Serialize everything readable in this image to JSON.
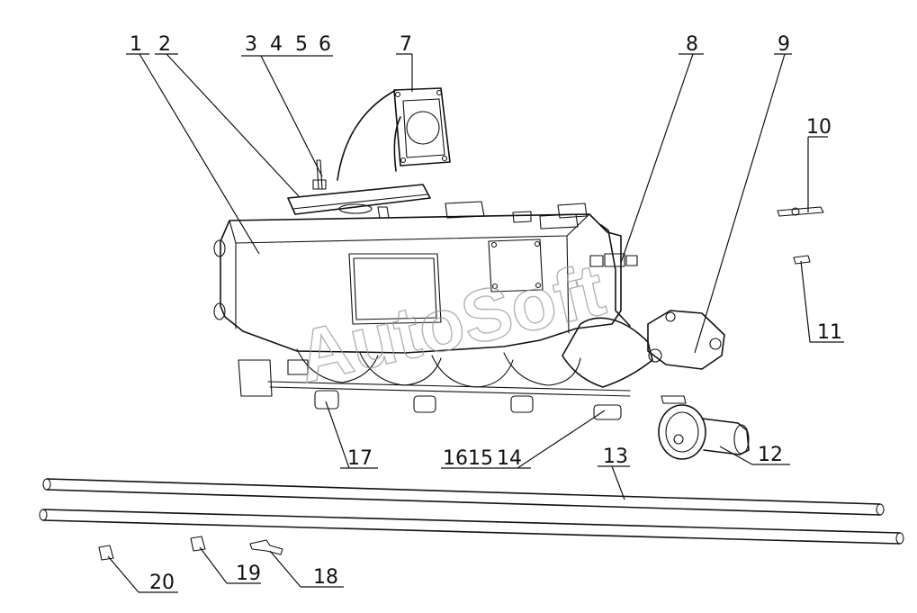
{
  "watermark": "AutoSoft",
  "callouts": {
    "c1": "1",
    "c2": "2",
    "c3": "3",
    "c4": "4",
    "c5": "5",
    "c6": "6",
    "c7": "7",
    "c8": "8",
    "c9": "9",
    "c10": "10",
    "c11": "11",
    "c12": "12",
    "c13": "13",
    "c14": "14",
    "c15": "15",
    "c16": "16",
    "c17": "17",
    "c18": "18",
    "c19": "19",
    "c20": "20"
  },
  "colors": {
    "line": "#111111",
    "watermark": "#9a9a9a",
    "background": "#ffffff"
  }
}
